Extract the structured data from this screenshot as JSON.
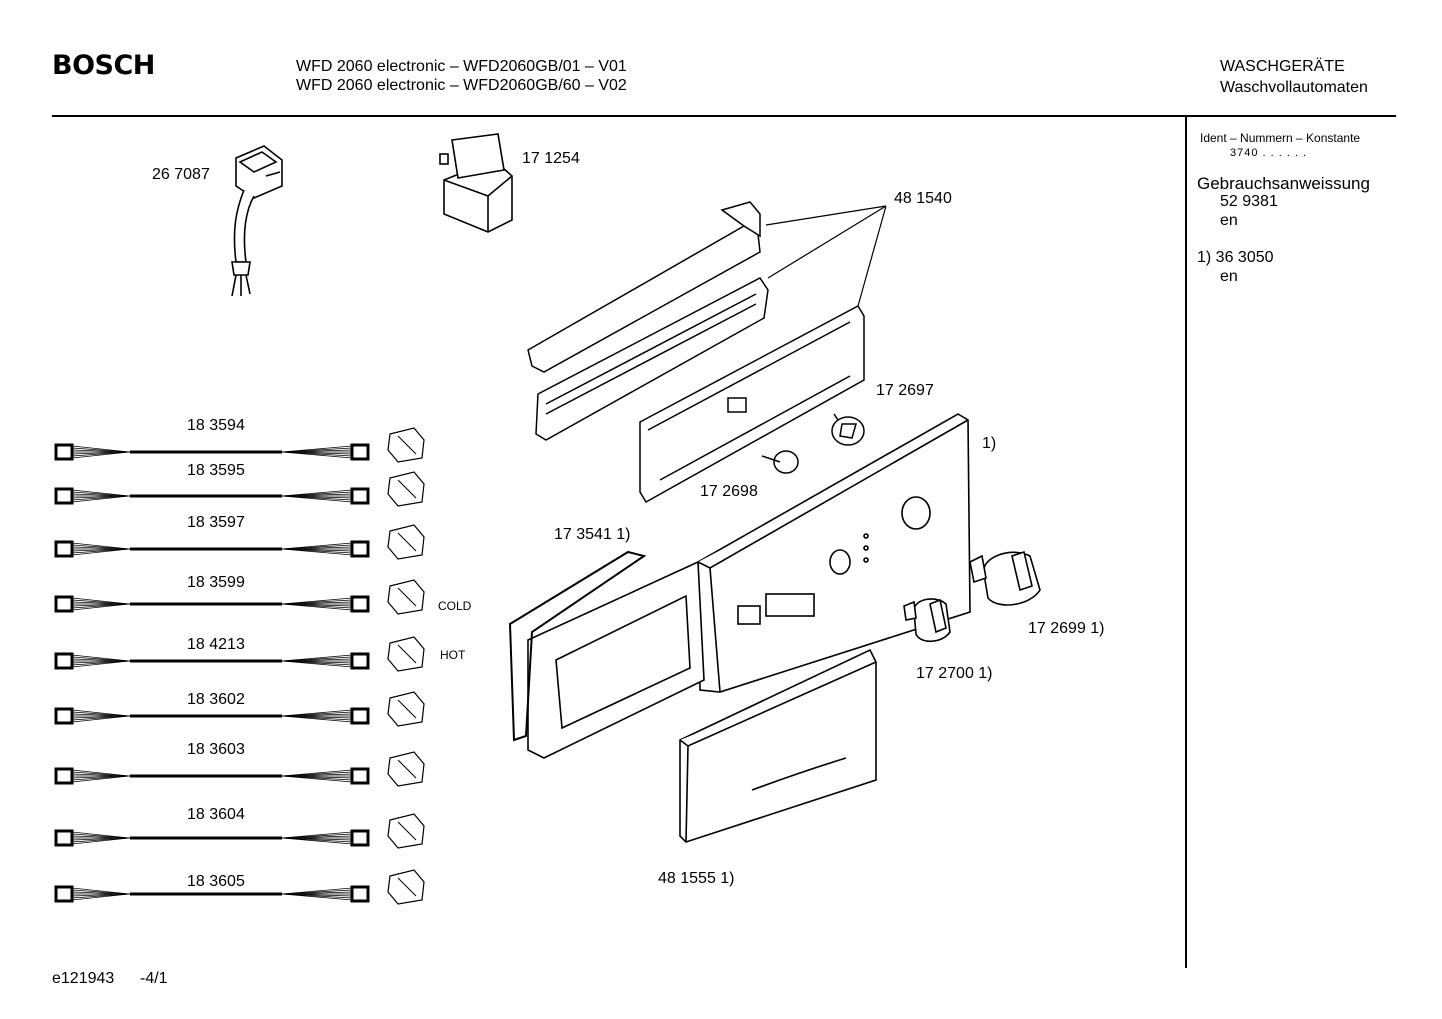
{
  "header": {
    "brand": "BOSCH",
    "model_line_1": "WFD 2060 electronic – WFD2060GB/01 – V01",
    "model_line_2": "WFD 2060 electronic – WFD2060GB/60 – V02",
    "category_line_1": "WASCHGERÄTE",
    "category_line_2": "Waschvollautomaten"
  },
  "sidebar": {
    "ident_title": "Ident – Nummern – Konstante",
    "ident_value": "3740 . . . . . .",
    "manual_title": "Gebrauchsanweissung",
    "manual_number": "52 9381",
    "manual_lang": "en",
    "footnote_number": "1) 36 3050",
    "footnote_lang": "en"
  },
  "parts": {
    "plug": "26 7087",
    "suppressor": "17 1254",
    "module_set": "48 1540",
    "knob_insert_right": "17 2697",
    "panel_footnote": "1)",
    "knob_insert_left": "17 2698",
    "gasket": "17 3541 1)",
    "knob_large": "17 2699 1)",
    "knob_small": "17 2700 1)",
    "drawer_cover": "48 1555 1)"
  },
  "harnesses": [
    {
      "number": "18 3594",
      "tag": ""
    },
    {
      "number": "18 3595",
      "tag": ""
    },
    {
      "number": "18 3597",
      "tag": ""
    },
    {
      "number": "18 3599",
      "tag": "COLD"
    },
    {
      "number": "18 4213",
      "tag": "HOT"
    },
    {
      "number": "18 3602",
      "tag": ""
    },
    {
      "number": "18 3603",
      "tag": ""
    },
    {
      "number": "18 3604",
      "tag": ""
    },
    {
      "number": "18 3605",
      "tag": ""
    }
  ],
  "footer": {
    "drawing_id": "e121943",
    "page": "-4/1"
  }
}
